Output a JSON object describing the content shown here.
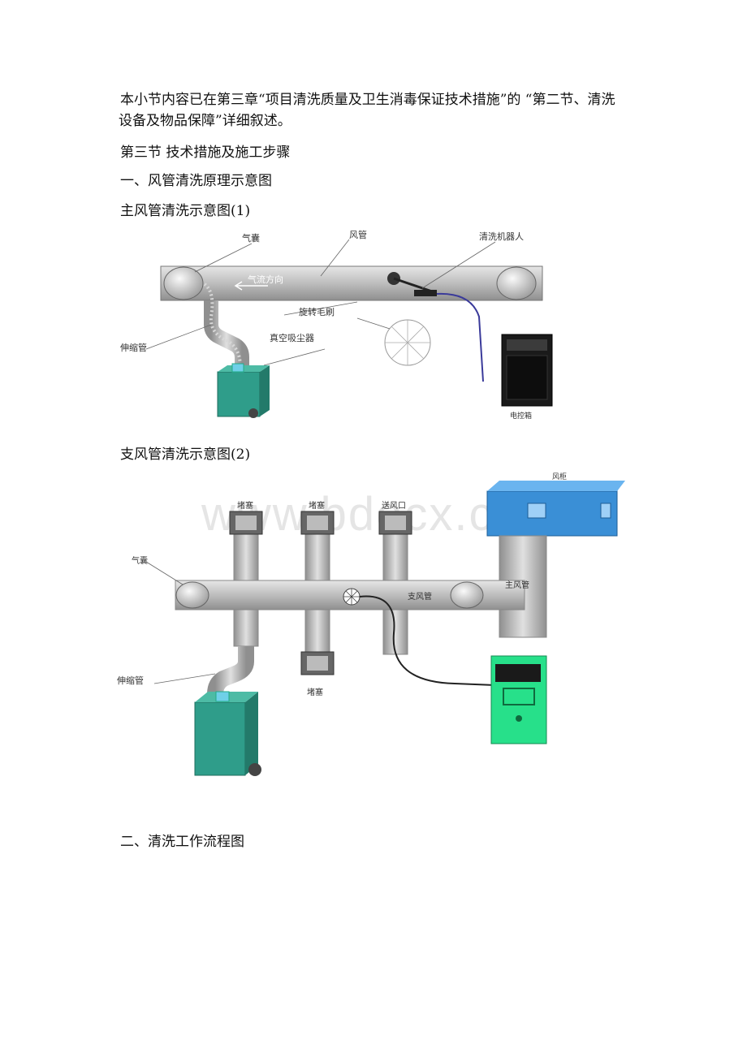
{
  "intro": {
    "line1": "本小节内容已在第三章“项目清洗质量及卫生消毒保证技术措施”的 “第二节、清洗",
    "line2": "设备及物品保障”详细叙述。"
  },
  "section_title": "第三节 技术措施及施工步骤",
  "subsection_one": "一、风管清洗原理示意图",
  "fig1": {
    "caption": "主风管清洗示意图(1)",
    "labels": {
      "airbag": "气囊",
      "duct": "风管",
      "robot": "清洗机器人",
      "airflow": "气流方向",
      "brush": "旋转毛刷",
      "hose": "伸缩管",
      "vacuum": "真空吸尘器",
      "control_box": "电控箱"
    }
  },
  "fig2": {
    "caption": "支风管清洗示意图(2)",
    "labels": {
      "seal1": "堵塞",
      "seal2": "堵塞",
      "supply": "送风口",
      "ahu": "风柜",
      "airbag": "气囊",
      "main_duct": "主风管",
      "branch": "支风管",
      "hose": "伸缩管",
      "seal_bottom": "堵塞"
    }
  },
  "watermark": "www.bdocx.com",
  "subsection_two": "二、清洗工作流程图",
  "colors": {
    "duct": "#b5b5b5",
    "vacuum": "#2f9d8a",
    "ahu": "#3a8fd6",
    "control_green": "#27e08a",
    "cable": "#3a3a9a"
  }
}
